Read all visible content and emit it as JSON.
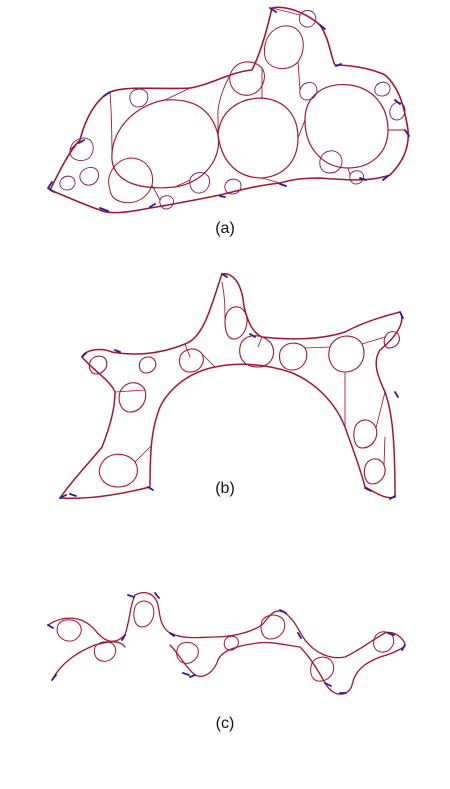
{
  "figure": {
    "panels": [
      {
        "id": "a",
        "caption": "(a)"
      },
      {
        "id": "b",
        "caption": "(b)"
      },
      {
        "id": "c",
        "caption": "(c)"
      }
    ],
    "colors": {
      "edge_primary": "#a01830",
      "edge_secondary": "#3a1a9a",
      "node_dense": "#2a1a9e",
      "background": "#ffffff"
    }
  }
}
